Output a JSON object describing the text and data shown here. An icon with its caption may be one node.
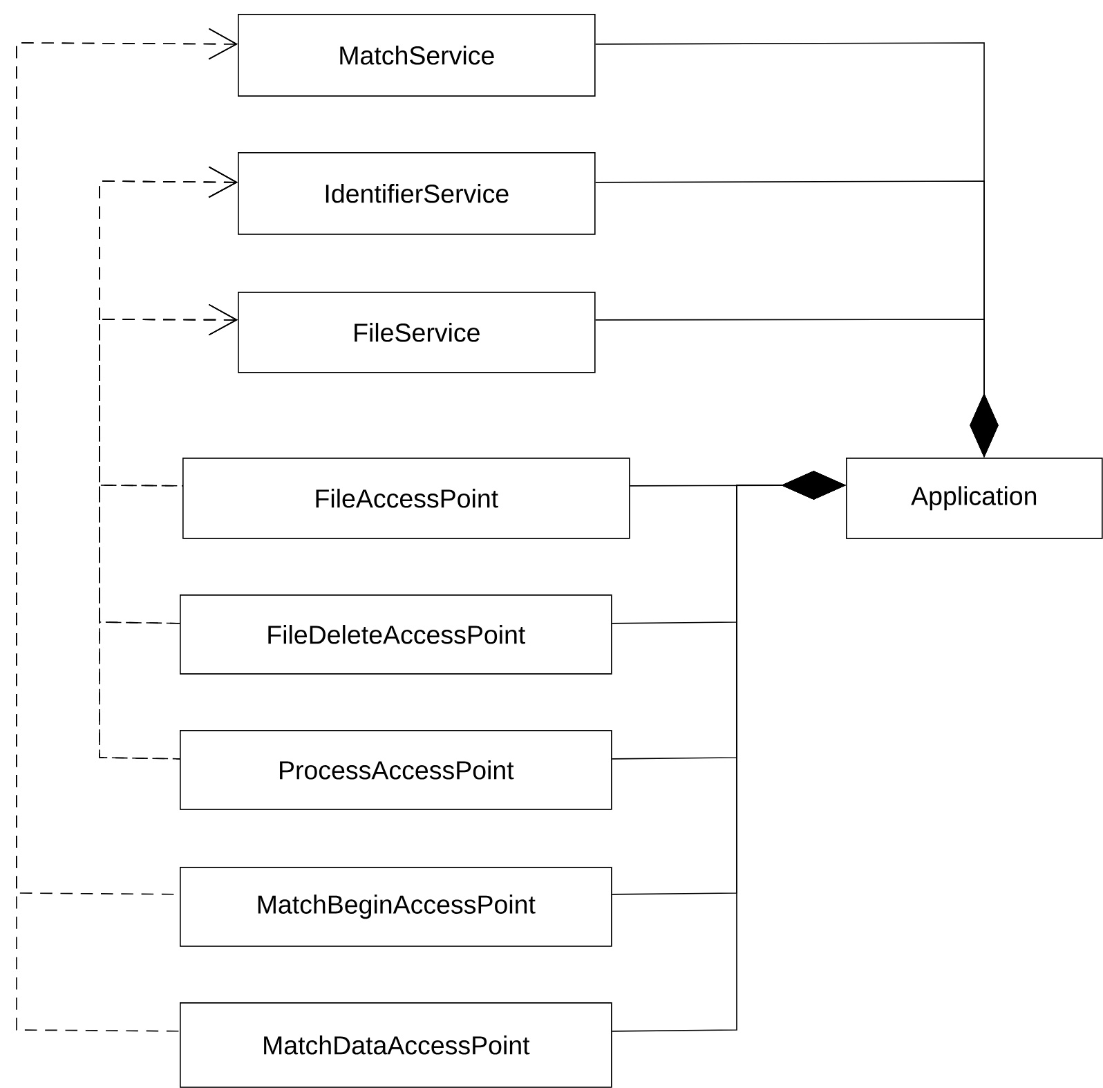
{
  "diagram": {
    "nodes": [
      {
        "text": [
          "MatchService"
        ]
      },
      {
        "text": [
          "IdentifierService"
        ]
      },
      {
        "text": [
          "FileService"
        ]
      },
      {
        "text": [
          "FileAccessPoint"
        ]
      },
      {
        "text": [
          "FileDeleteAccessPoint"
        ]
      },
      {
        "text": [
          "ProcessAccessPoint"
        ]
      },
      {
        "text": [
          "MatchBeginAccessPoint"
        ]
      },
      {
        "text": [
          "MatchDataAccessPoint"
        ]
      },
      {
        "text": [
          "Application"
        ]
      }
    ],
    "edges": [
      {
        "from": 6,
        "to": 0,
        "arrow": "to",
        "style": "dashed"
      },
      {
        "from": 7,
        "to": 0,
        "arrow": "to",
        "style": "dashed"
      },
      {
        "from": 3,
        "to": 1,
        "arrow": "to",
        "style": "dashed"
      },
      {
        "from": 4,
        "to": 1,
        "arrow": "to",
        "style": "dashed"
      },
      {
        "from": 5,
        "to": 1,
        "arrow": "to",
        "style": "dashed"
      },
      {
        "from": 3,
        "to": 2,
        "arrow": "to",
        "style": "dashed"
      },
      {
        "from": 4,
        "to": 2,
        "arrow": "to",
        "style": "dashed"
      },
      {
        "from": 5,
        "to": 2,
        "arrow": "to",
        "style": "dashed"
      },
      {
        "from": 0,
        "to": 8,
        "arrow": "other"
      },
      {
        "from": 1,
        "to": 8,
        "arrow": "other"
      },
      {
        "from": 2,
        "to": 8,
        "arrow": "other"
      },
      {
        "from": 3,
        "to": 8,
        "arrow": "other"
      },
      {
        "from": 4,
        "to": 8,
        "arrow": "other"
      },
      {
        "from": 5,
        "to": 8,
        "arrow": "other"
      },
      {
        "from": 6,
        "to": 8,
        "arrow": "other"
      },
      {
        "from": 7,
        "to": 8,
        "arrow": "other"
      }
    ]
  }
}
